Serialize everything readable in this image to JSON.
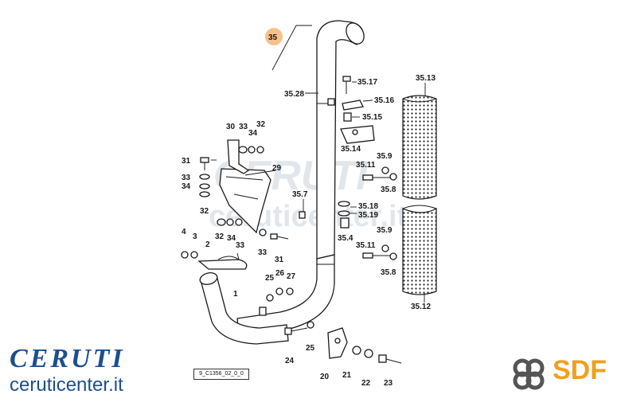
{
  "watermark": {
    "brand": "CERUTI",
    "url": "ceruticenter.it"
  },
  "brand": {
    "title": "CERUTI",
    "url": "ceruticenter.it",
    "color": "#1d4f8e"
  },
  "sdf": {
    "text": "SDF",
    "color": "#f0a020"
  },
  "drawing_code": "9_C1356_02_0_0",
  "group_badge": {
    "label": "35",
    "color": "#f5c28a"
  },
  "labels": {
    "l35_28": "35.28",
    "l35_17": "35.17",
    "l35_16": "35.16",
    "l35_15": "35.15",
    "l35_14": "35.14",
    "l35_13": "35.13",
    "l35_9a": "35.9",
    "l35_11a": "35.11",
    "l35_8a": "35.8",
    "l35_7": "35.7",
    "l35_18": "35.18",
    "l35_19": "35.19",
    "l35_4": "35.4",
    "l35_9b": "35.9",
    "l35_11b": "35.11",
    "l35_8b": "35.8",
    "l35_12": "35.12",
    "l30": "30",
    "l33a": "33",
    "l34a": "34",
    "l32a": "32",
    "l31a": "31",
    "l33b": "33",
    "l34b": "34",
    "l29": "29",
    "l32b": "32",
    "l32c": "32",
    "l34c": "34",
    "l33c": "33",
    "l33d": "33",
    "l31b": "31",
    "l4": "4",
    "l3": "3",
    "l2": "2",
    "l1": "1",
    "l25a": "25",
    "l26": "26",
    "l27": "27",
    "l24": "24",
    "l25b": "25",
    "l20": "20",
    "l21": "21",
    "l22": "22",
    "l23": "23"
  }
}
